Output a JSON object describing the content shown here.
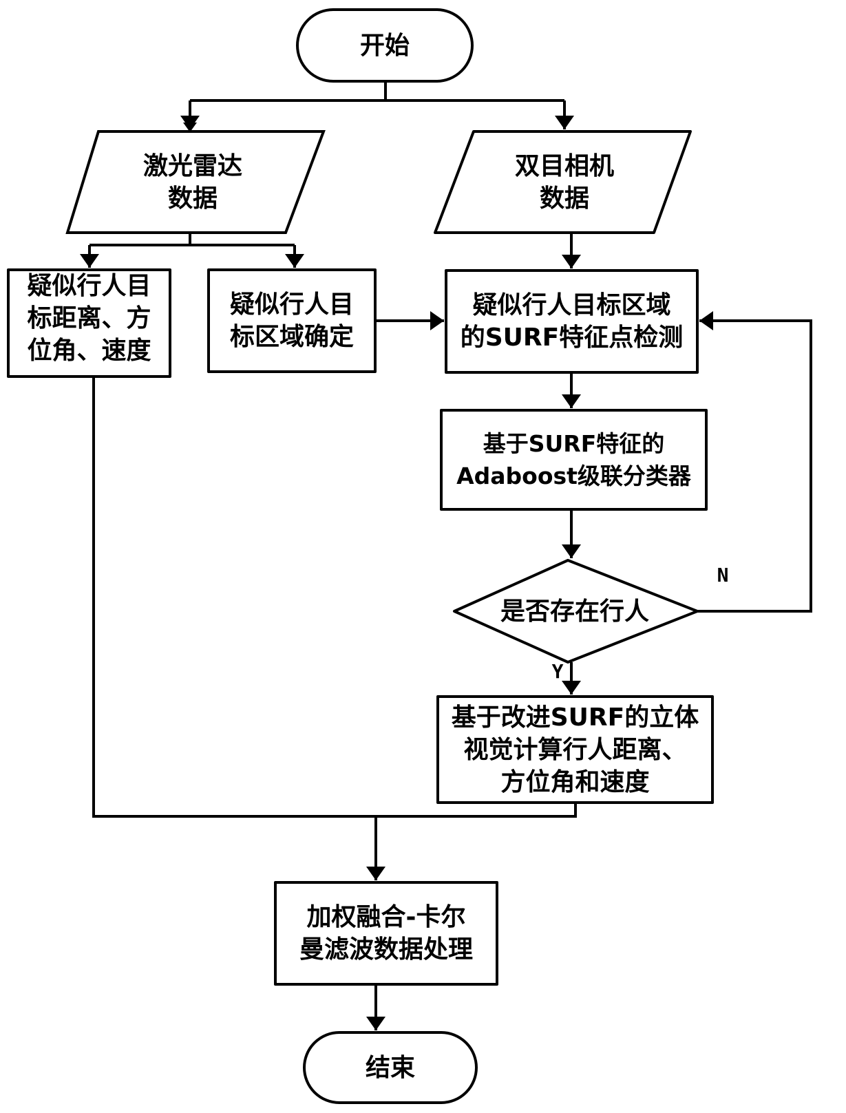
{
  "diagram": {
    "type": "flowchart",
    "nodes": {
      "start": {
        "shape": "terminal",
        "text": "开始"
      },
      "lidar_data": {
        "shape": "parallelogram",
        "text": "激光雷达\n数据"
      },
      "camera_data": {
        "shape": "parallelogram",
        "text": "双目相机\n数据"
      },
      "lidar_measure": {
        "shape": "process",
        "text": "疑似行人目\n标距离、方\n位角、速度"
      },
      "lidar_region": {
        "shape": "process",
        "text": "疑似行人目\n标区域确定"
      },
      "surf_detect": {
        "shape": "process",
        "text": "疑似行人目标区域\n的SURF特征点检测"
      },
      "adaboost": {
        "shape": "process",
        "text": "基于SURF特征的\nAdaboost级联分类器"
      },
      "decision": {
        "shape": "decision",
        "text": "是否存在行人"
      },
      "stereo_calc": {
        "shape": "process",
        "text": "基于改进SURF的立体\n视觉计算行人距离、\n方位角和速度"
      },
      "fusion": {
        "shape": "process",
        "text": "加权融合-卡尔\n曼滤波数据处理"
      },
      "end": {
        "shape": "terminal",
        "text": "结束"
      }
    },
    "edge_labels": {
      "no": "N",
      "yes": "Y"
    },
    "edges": [
      {
        "from": "start",
        "to": "lidar_data"
      },
      {
        "from": "start",
        "to": "camera_data"
      },
      {
        "from": "lidar_data",
        "to": "lidar_measure"
      },
      {
        "from": "lidar_data",
        "to": "lidar_region"
      },
      {
        "from": "camera_data",
        "to": "surf_detect"
      },
      {
        "from": "lidar_region",
        "to": "surf_detect"
      },
      {
        "from": "surf_detect",
        "to": "adaboost"
      },
      {
        "from": "adaboost",
        "to": "decision"
      },
      {
        "from": "decision",
        "to": "surf_detect",
        "label": "N"
      },
      {
        "from": "decision",
        "to": "stereo_calc",
        "label": "Y"
      },
      {
        "from": "lidar_measure",
        "to": "fusion"
      },
      {
        "from": "stereo_calc",
        "to": "fusion"
      },
      {
        "from": "fusion",
        "to": "end"
      }
    ],
    "colors": {
      "stroke": "#000000",
      "background": "#ffffff",
      "text": "#000000"
    }
  }
}
